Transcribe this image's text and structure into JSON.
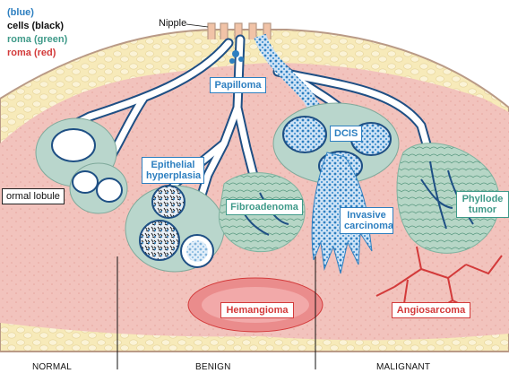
{
  "legend": [
    {
      "text": "(blue)",
      "color": "#2d7fc0"
    },
    {
      "text": "cells (black)",
      "color": "#111111"
    },
    {
      "text": "roma (green)",
      "color": "#3f9a89"
    },
    {
      "text": "roma (red)",
      "color": "#d33a3a"
    }
  ],
  "labels": {
    "nipple": "Nipple",
    "papilloma": "Papilloma",
    "dcis": "DCIS",
    "epithelial": "Epithelial\nhyperplasia",
    "normal_lobule": "ormal lobule",
    "fibroadenoma": "Fibroadenoma",
    "invasive": "Invasive\ncarcinoma",
    "phyllodes": "Phyllode\ntumor",
    "hemangioma": "Hemangioma",
    "angiosarcoma": "Angiosarcoma"
  },
  "regions": {
    "normal": "NORMAL",
    "benign": "BENIGN",
    "malignant": "MALIGNANT"
  },
  "colors": {
    "fat": "#f7eab9",
    "stroma": "#f4c9c4",
    "lobule_fill": "#cfe3dc",
    "duct_lining": "#1e4f84",
    "epithelium_blue": "#2d7fc0",
    "green_stroma": "#7fb3a0",
    "red_vessel": "#d33a3a"
  }
}
